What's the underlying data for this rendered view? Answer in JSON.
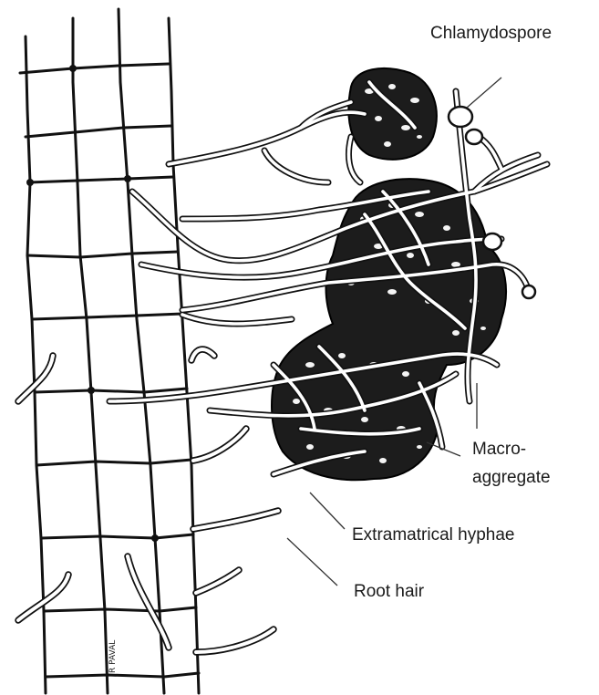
{
  "labels": {
    "chlamydospore": "Chlamydospore",
    "macro_line1": "Macro-",
    "macro_line2": "aggregate",
    "extramatrical_hyphae": "Extramatrical hyphae",
    "root_hair": "Root hair"
  },
  "artist_signature": "R PAVAL"
}
